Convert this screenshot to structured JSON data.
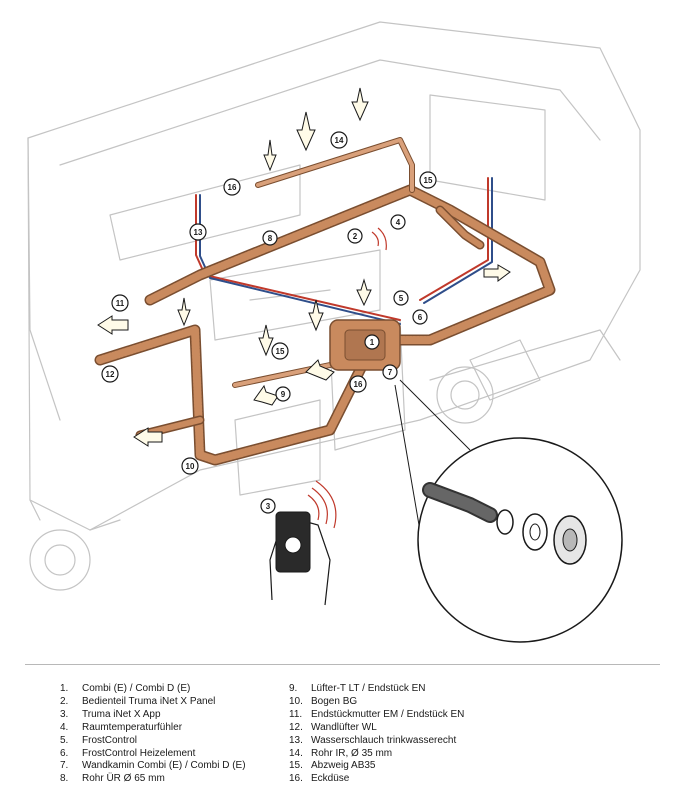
{
  "legend": [
    {
      "num": "1.",
      "label": "Combi (E) / Combi D (E)"
    },
    {
      "num": "2.",
      "label": "Bedienteil Truma iNet X Panel"
    },
    {
      "num": "3.",
      "label": "Truma iNet X App"
    },
    {
      "num": "4.",
      "label": "Raumtemperaturfühler"
    },
    {
      "num": "5.",
      "label": "FrostControl"
    },
    {
      "num": "6.",
      "label": "FrostControl Heizelement"
    },
    {
      "num": "7.",
      "label": "Wandkamin Combi (E) / Combi D (E)"
    },
    {
      "num": "8.",
      "label": "Rohr ÜR Ø 65 mm"
    },
    {
      "num": "9.",
      "label": "Lüfter-T LT / Endstück EN"
    },
    {
      "num": "10.",
      "label": "Bogen BG"
    },
    {
      "num": "11.",
      "label": "Endstückmutter EM / Endstück EN"
    },
    {
      "num": "12.",
      "label": "Wandlüfter WL"
    },
    {
      "num": "13.",
      "label": "Wasserschlauch trinkwasserecht"
    },
    {
      "num": "14.",
      "label": "Rohr IR, Ø 35 mm"
    },
    {
      "num": "15.",
      "label": "Abzweig AB35"
    },
    {
      "num": "16.",
      "label": "Eckdüse"
    }
  ],
  "callouts": [
    {
      "label": "1"
    },
    {
      "label": "2"
    },
    {
      "label": "3"
    },
    {
      "label": "4"
    },
    {
      "label": "5"
    },
    {
      "label": "6"
    },
    {
      "label": "7"
    },
    {
      "label": "8"
    },
    {
      "label": "9"
    },
    {
      "label": "10"
    },
    {
      "label": "11"
    },
    {
      "label": "12"
    },
    {
      "label": "13"
    },
    {
      "label": "14"
    },
    {
      "label": "15"
    },
    {
      "label": "15"
    },
    {
      "label": "16"
    },
    {
      "label": "16"
    }
  ],
  "colors": {
    "duct": "#c98a5e",
    "duct_shadow": "#7a4e30",
    "outline": "#c4c4c4",
    "water_red": "#c0392b",
    "water_blue": "#2f4e8a",
    "arrow_fill": "#fffbe8"
  },
  "icons": [
    "smartphone-icon",
    "wifi-signal-icon",
    "hand-icon",
    "detail-zoom-circle"
  ]
}
